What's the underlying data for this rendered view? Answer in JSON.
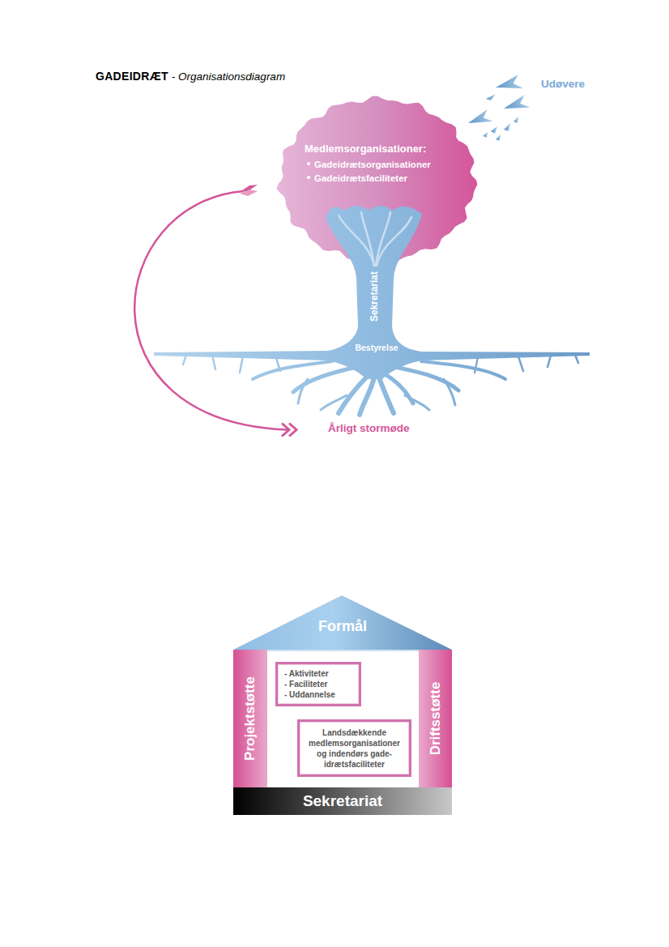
{
  "diagram": {
    "title": "GADEIDRÆT",
    "nodes": [
      {
        "text": [
          "Medlemsorganisationer:",
          "Gadeidrætsorganisationer",
          "Gadeidrætsfaciliteter"
        ]
      },
      {
        "text": [
          "Sekretariat",
          "Bestyrelse"
        ]
      },
      {
        "text": [
          "Årligt stormøde"
        ]
      },
      {
        "text": [
          "Formål"
        ]
      },
      {
        "text": [
          "Projektstøtte"
        ],
        "in": 3
      },
      {
        "text": [
          "- Aktiviteter",
          "- Faciliteter",
          "- Uddannelse"
        ],
        "in": 3
      },
      {
        "text": [
          "Landsdækkende medlemsorganisationer og indendørs gade-idrætsfaciliteter"
        ],
        "in": 3
      },
      {
        "text": [
          "Driftsstøtte"
        ],
        "in": 3
      },
      {
        "text": [
          "Sekretariat"
        ],
        "in": 3
      }
    ],
    "edges": [
      {
        "from": 0,
        "to": 2,
        "arrow": "to"
      }
    ],
    "labels": [
      "- Organisationsdiagram",
      "Udøvere"
    ]
  }
}
